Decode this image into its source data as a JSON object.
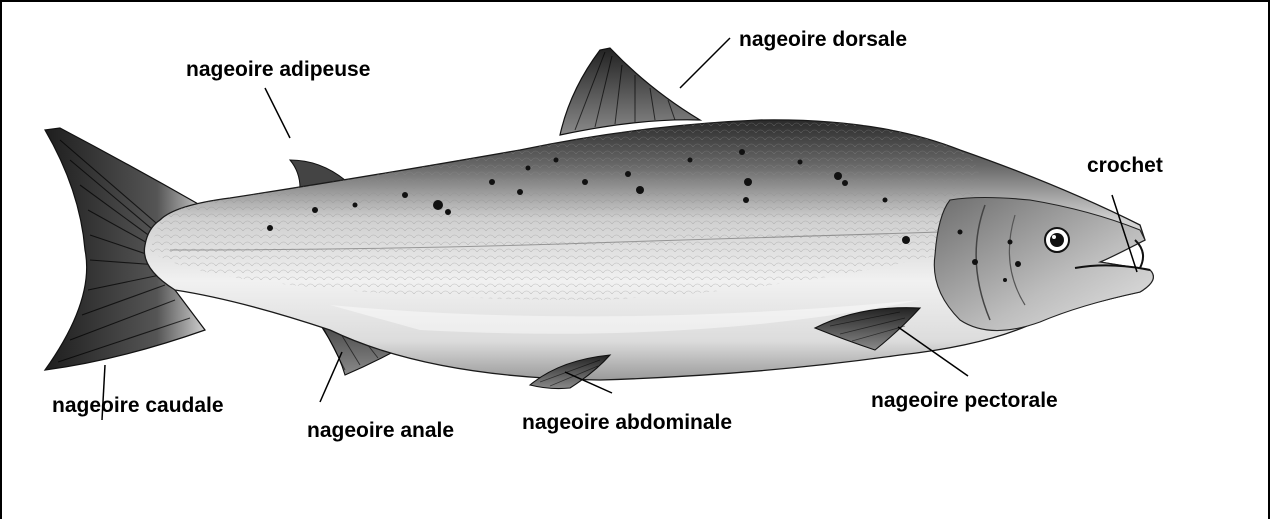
{
  "labels": {
    "dorsal": "nageoire dorsale",
    "adipose": "nageoire adipeuse",
    "hook": "crochet",
    "caudal": "nageoire caudale",
    "anal": "nageoire anale",
    "abdominal": "nageoire abdominale",
    "pectoral": "nageoire pectorale"
  },
  "colors": {
    "frame": "#000000",
    "background": "#ffffff",
    "label": "#000000"
  }
}
